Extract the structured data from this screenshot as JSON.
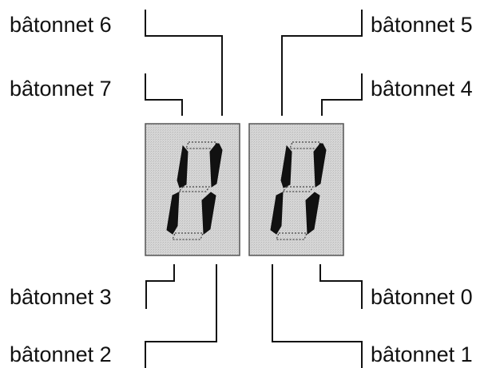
{
  "labels": {
    "seg6": "bâtonnet 6",
    "seg5": "bâtonnet 5",
    "seg7": "bâtonnet 7",
    "seg4": "bâtonnet 4",
    "seg3": "bâtonnet 3",
    "seg0": "bâtonnet 0",
    "seg2": "bâtonnet 2",
    "seg1": "bâtonnet 1"
  },
  "displays": [
    {
      "lit_segments": [
        "b",
        "c",
        "e",
        "f"
      ]
    },
    {
      "lit_segments": [
        "b",
        "c",
        "e",
        "f"
      ]
    }
  ],
  "colors": {
    "panel": "#dcdcdc",
    "segment_on": "#111111",
    "lines": "#111111"
  }
}
